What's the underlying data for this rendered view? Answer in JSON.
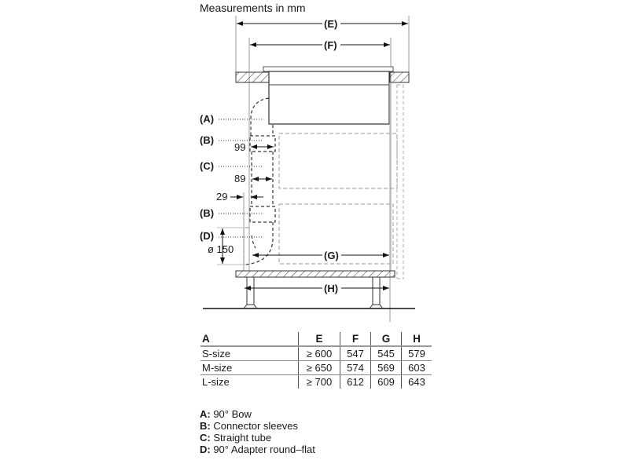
{
  "title": "Measurements in mm",
  "diagram": {
    "dimensions": {
      "E": "(E)",
      "F": "(F)",
      "G": "(G)",
      "H": "(H)",
      "d99": "99",
      "d89": "89",
      "d29": "29",
      "d150": "ø 150"
    },
    "component_labels": {
      "A": "(A)",
      "B1": "(B)",
      "C": "(C)",
      "B2": "(B)",
      "D": "(D)"
    }
  },
  "table": {
    "headers": [
      "A",
      "E",
      "F",
      "G",
      "H"
    ],
    "rows": [
      {
        "size": "S-size",
        "E": "≥ 600",
        "F": "547",
        "G": "545",
        "H": "579"
      },
      {
        "size": "M-size",
        "E": "≥ 650",
        "F": "574",
        "G": "569",
        "H": "603"
      },
      {
        "size": "L-size",
        "E": "≥ 700",
        "F": "612",
        "G": "609",
        "H": "643"
      }
    ]
  },
  "legend": [
    {
      "key": "A:",
      "text": " 90° Bow"
    },
    {
      "key": "B:",
      "text": " Connector sleeves"
    },
    {
      "key": "C:",
      "text": " Straight tube"
    },
    {
      "key": "D:",
      "text": " 90° Adapter round–flat"
    }
  ]
}
